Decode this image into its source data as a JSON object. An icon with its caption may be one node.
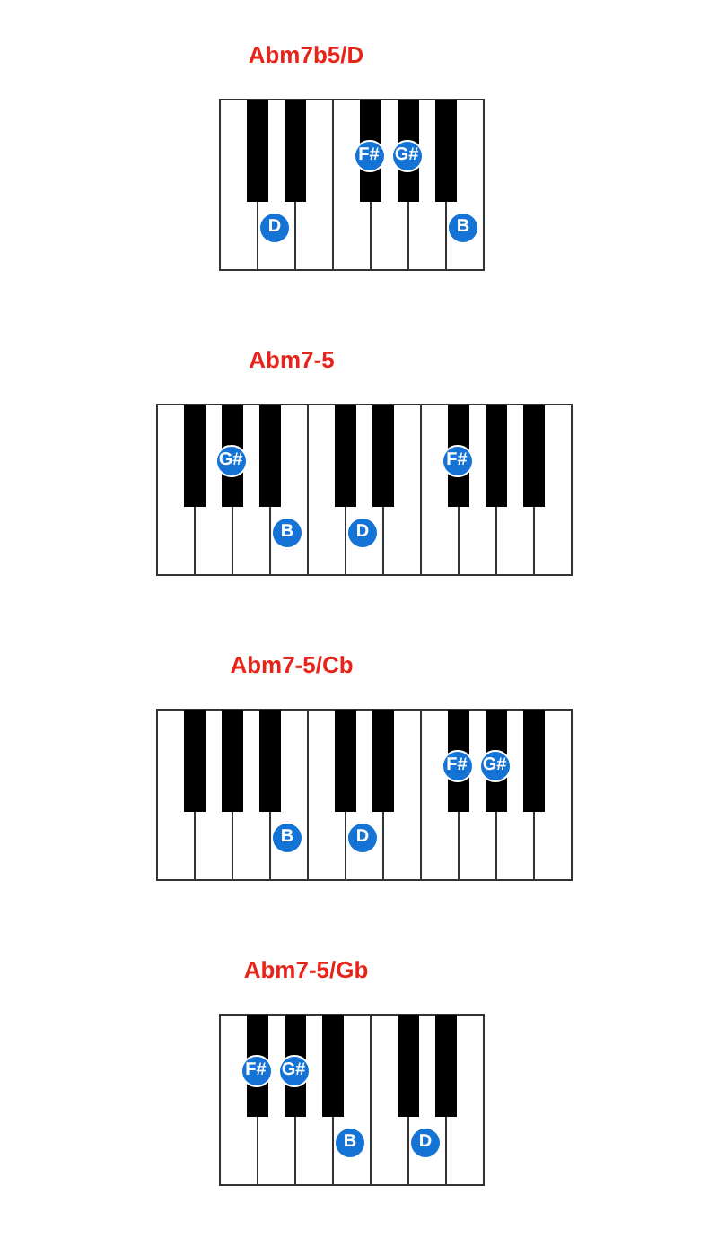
{
  "diagram": {
    "nodes": [
      {
        "text": [
          "Abm7b5/D"
        ]
      },
      {
        "text": [
          "F#"
        ],
        "in": 0
      },
      {
        "text": [
          "G#"
        ],
        "in": 0
      },
      {
        "text": [
          "D"
        ],
        "in": 0
      },
      {
        "text": [
          "B"
        ],
        "in": 0
      },
      {
        "text": [
          "Abm7-5"
        ]
      },
      {
        "text": [
          "G#"
        ],
        "in": 5
      },
      {
        "text": [
          "F#"
        ],
        "in": 5
      },
      {
        "text": [
          "B"
        ],
        "in": 5
      },
      {
        "text": [
          "D"
        ],
        "in": 5
      },
      {
        "text": [
          "Abm7-5/Cb"
        ]
      },
      {
        "text": [
          "F#"
        ],
        "in": 10
      },
      {
        "text": [
          "G#"
        ],
        "in": 10
      },
      {
        "text": [
          "B"
        ],
        "in": 10
      },
      {
        "text": [
          "D"
        ],
        "in": 10
      },
      {
        "text": [
          "Abm7-5/Gb"
        ]
      },
      {
        "text": [
          "F#"
        ],
        "in": 15
      },
      {
        "text": [
          "G#"
        ],
        "in": 15
      },
      {
        "text": [
          "B"
        ],
        "in": 15
      },
      {
        "text": [
          "D"
        ],
        "in": 15
      }
    ]
  }
}
